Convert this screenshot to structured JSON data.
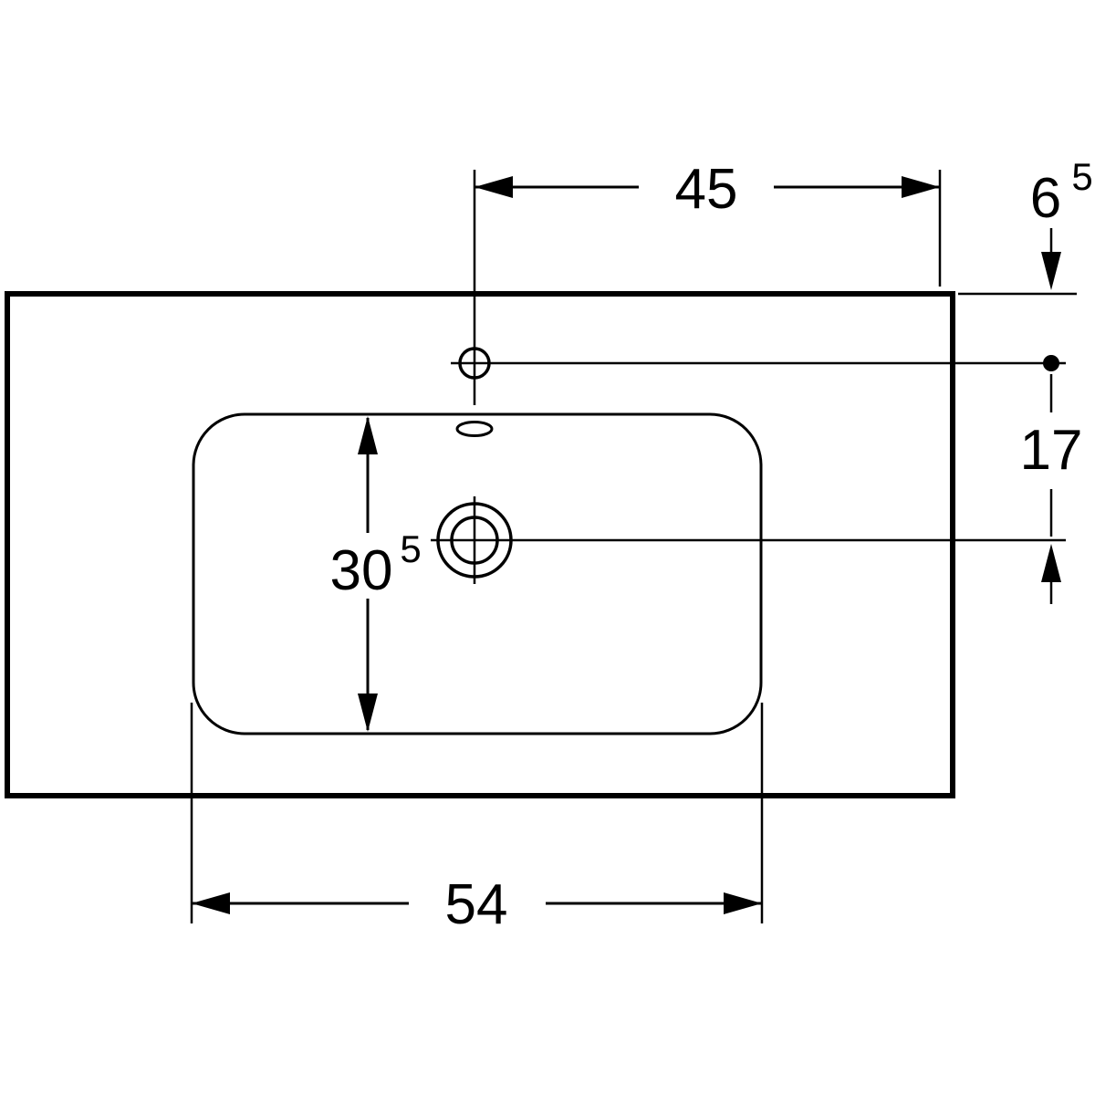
{
  "dimensions": {
    "tap_to_right_edge": {
      "value": "45"
    },
    "rear_edge_to_tap": {
      "main": "6",
      "sup": "5"
    },
    "tap_to_drain": {
      "value": "17"
    },
    "basin_depth": {
      "main": "30",
      "sup": "5"
    },
    "basin_outer_width": {
      "value": "54"
    }
  }
}
